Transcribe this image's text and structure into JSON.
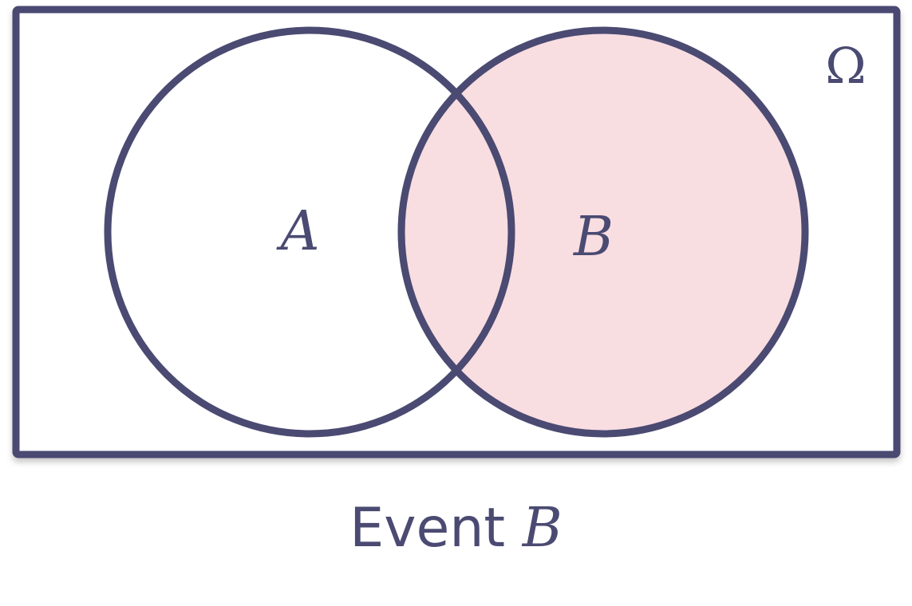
{
  "diagram": {
    "universe_label": "Ω",
    "set_a_label": "A",
    "set_b_label": "B",
    "highlighted_region": "B",
    "caption_prefix": "Event",
    "caption_variable": "B",
    "colors": {
      "outline": "#4a4a72",
      "highlight_fill": "#f8dde1",
      "background": "#ffffff"
    }
  }
}
